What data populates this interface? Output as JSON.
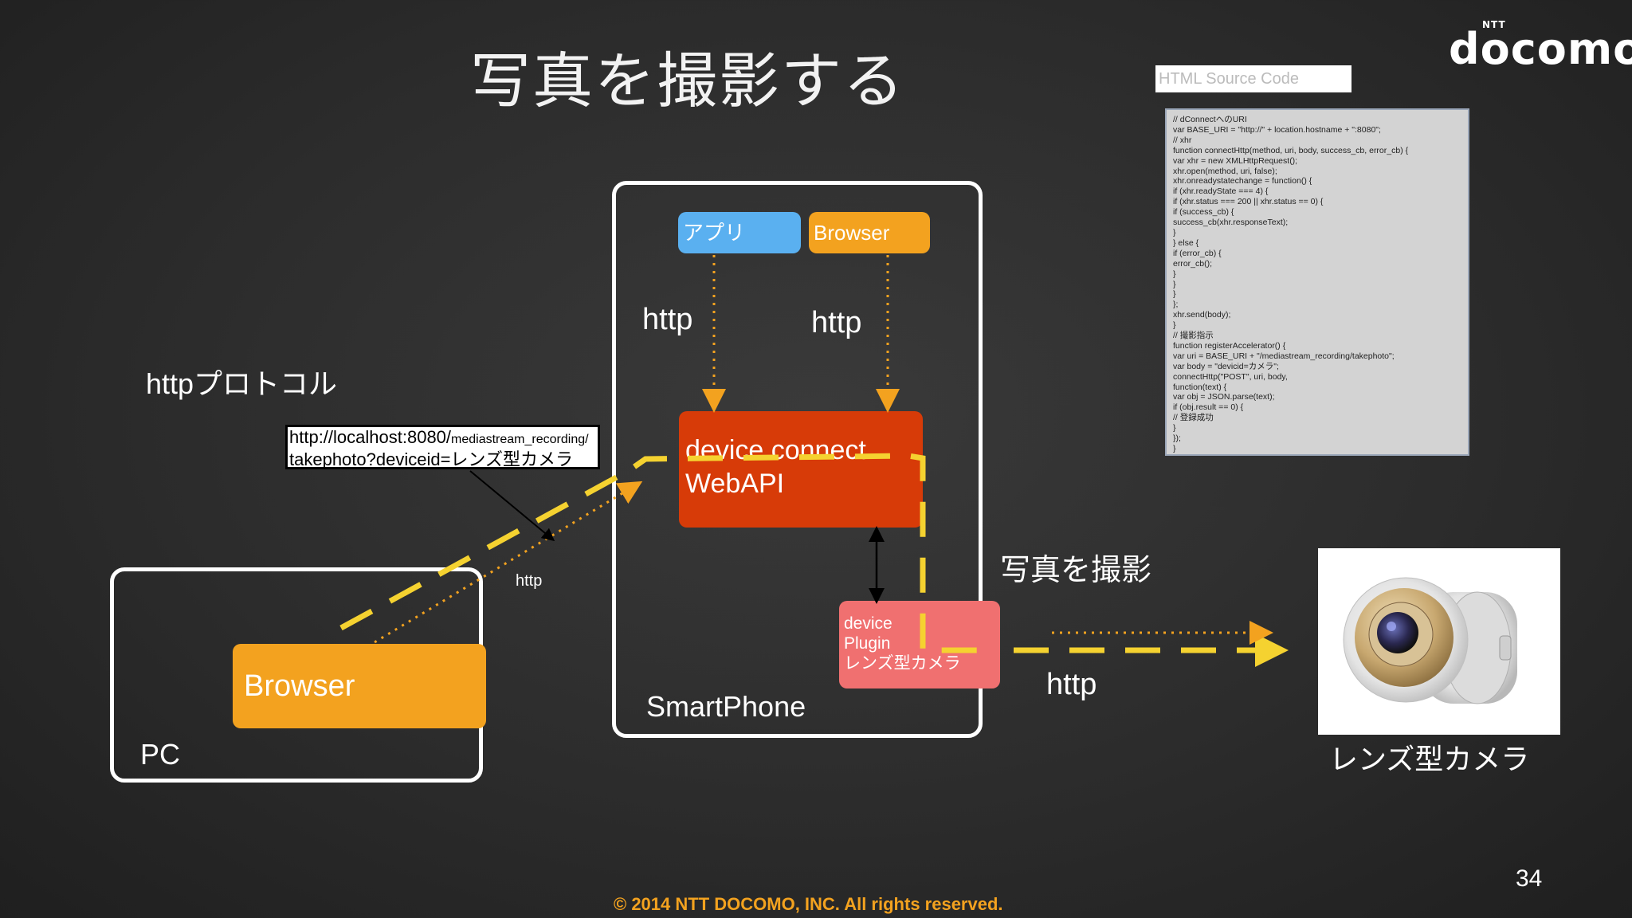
{
  "slide": {
    "title": "写真を撮影する",
    "page_number": "34",
    "copyright": "© 2014  NTT DOCOMO, INC. All rights reserved."
  },
  "logo": {
    "text": "docomo",
    "superscript": "NTT"
  },
  "source_code": {
    "header": "HTML Source Code",
    "code": "// dConnectへのURI\nvar BASE_URI = \"http://\" + location.hostname + \":8080\";\n// xhr\nfunction connectHttp(method, uri, body, success_cb, error_cb) {\nvar xhr = new XMLHttpRequest();\nxhr.open(method, uri, false);\nxhr.onreadystatechange = function() {\nif (xhr.readyState === 4) {\nif (xhr.status === 200 || xhr.status == 0) {\nif (success_cb) {\nsuccess_cb(xhr.responseText);\n}\n} else {\nif (error_cb) {\nerror_cb();\n}\n}\n}\n};\nxhr.send(body);\n}\n// 撮影指示\nfunction registerAccelerator() {\nvar uri = BASE_URI + \"/mediastream_recording/takephoto\";\nvar body = \"devicid=カメラ\";\nconnectHttp(\"POST\", uri, body,\nfunction(text) {\nvar obj = JSON.parse(text);\nif (obj.result == 0) {\n// 登録成功\n}\n});\n}"
  },
  "diagram": {
    "smartphone_label": "SmartPhone",
    "pc_label": "PC",
    "app_node": "アプリ",
    "browser_node": "Browser",
    "device_connect": {
      "line1": "device connect",
      "line2": "WebAPI"
    },
    "device_plugin": {
      "line1": "device",
      "line2": "Plugin",
      "line3": "レンズ型カメラ"
    },
    "pc_browser": "Browser",
    "http_label_left": "http",
    "http_label_right": "http",
    "http_protocol_label": "httpプロトコル",
    "url": {
      "part1": "http://localhost:8080/",
      "part2": "mediastream_recording/",
      "part3": "takephoto?deviceid=レンズ型カメラ"
    },
    "http_small_label": "http",
    "take_photo_label": "写真を撮影",
    "http_camera_label": "http",
    "camera_label": "レンズ型カメラ"
  },
  "colors": {
    "app_blue": "#5ab0f0",
    "browser_orange": "#f3a21f",
    "webapi_red": "#d73b08",
    "plugin_pink": "#f07070",
    "dash_yellow": "#f5d230",
    "dot_orange": "#f3a21f"
  }
}
